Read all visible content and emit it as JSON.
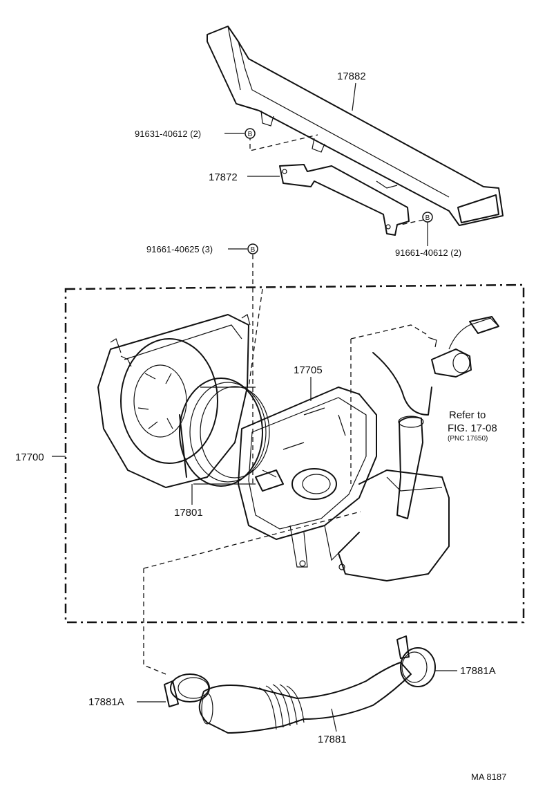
{
  "labels": {
    "p17882": "17882",
    "p91631": "91631-40612 (2)",
    "p17872": "17872",
    "p91661a": "91661-40625 (3)",
    "p91661b": "91661-40612 (2)",
    "p17705": "17705",
    "p17700": "17700",
    "p17801": "17801",
    "p17881a_right": "17881A",
    "p17881a_left": "17881A",
    "p17881": "17881",
    "refer_line1": "Refer to",
    "refer_line2": "FIG. 17-08",
    "refer_line3": "(PNC 17650)",
    "bolt_b": "B",
    "drawing_id": "MA  8187"
  }
}
